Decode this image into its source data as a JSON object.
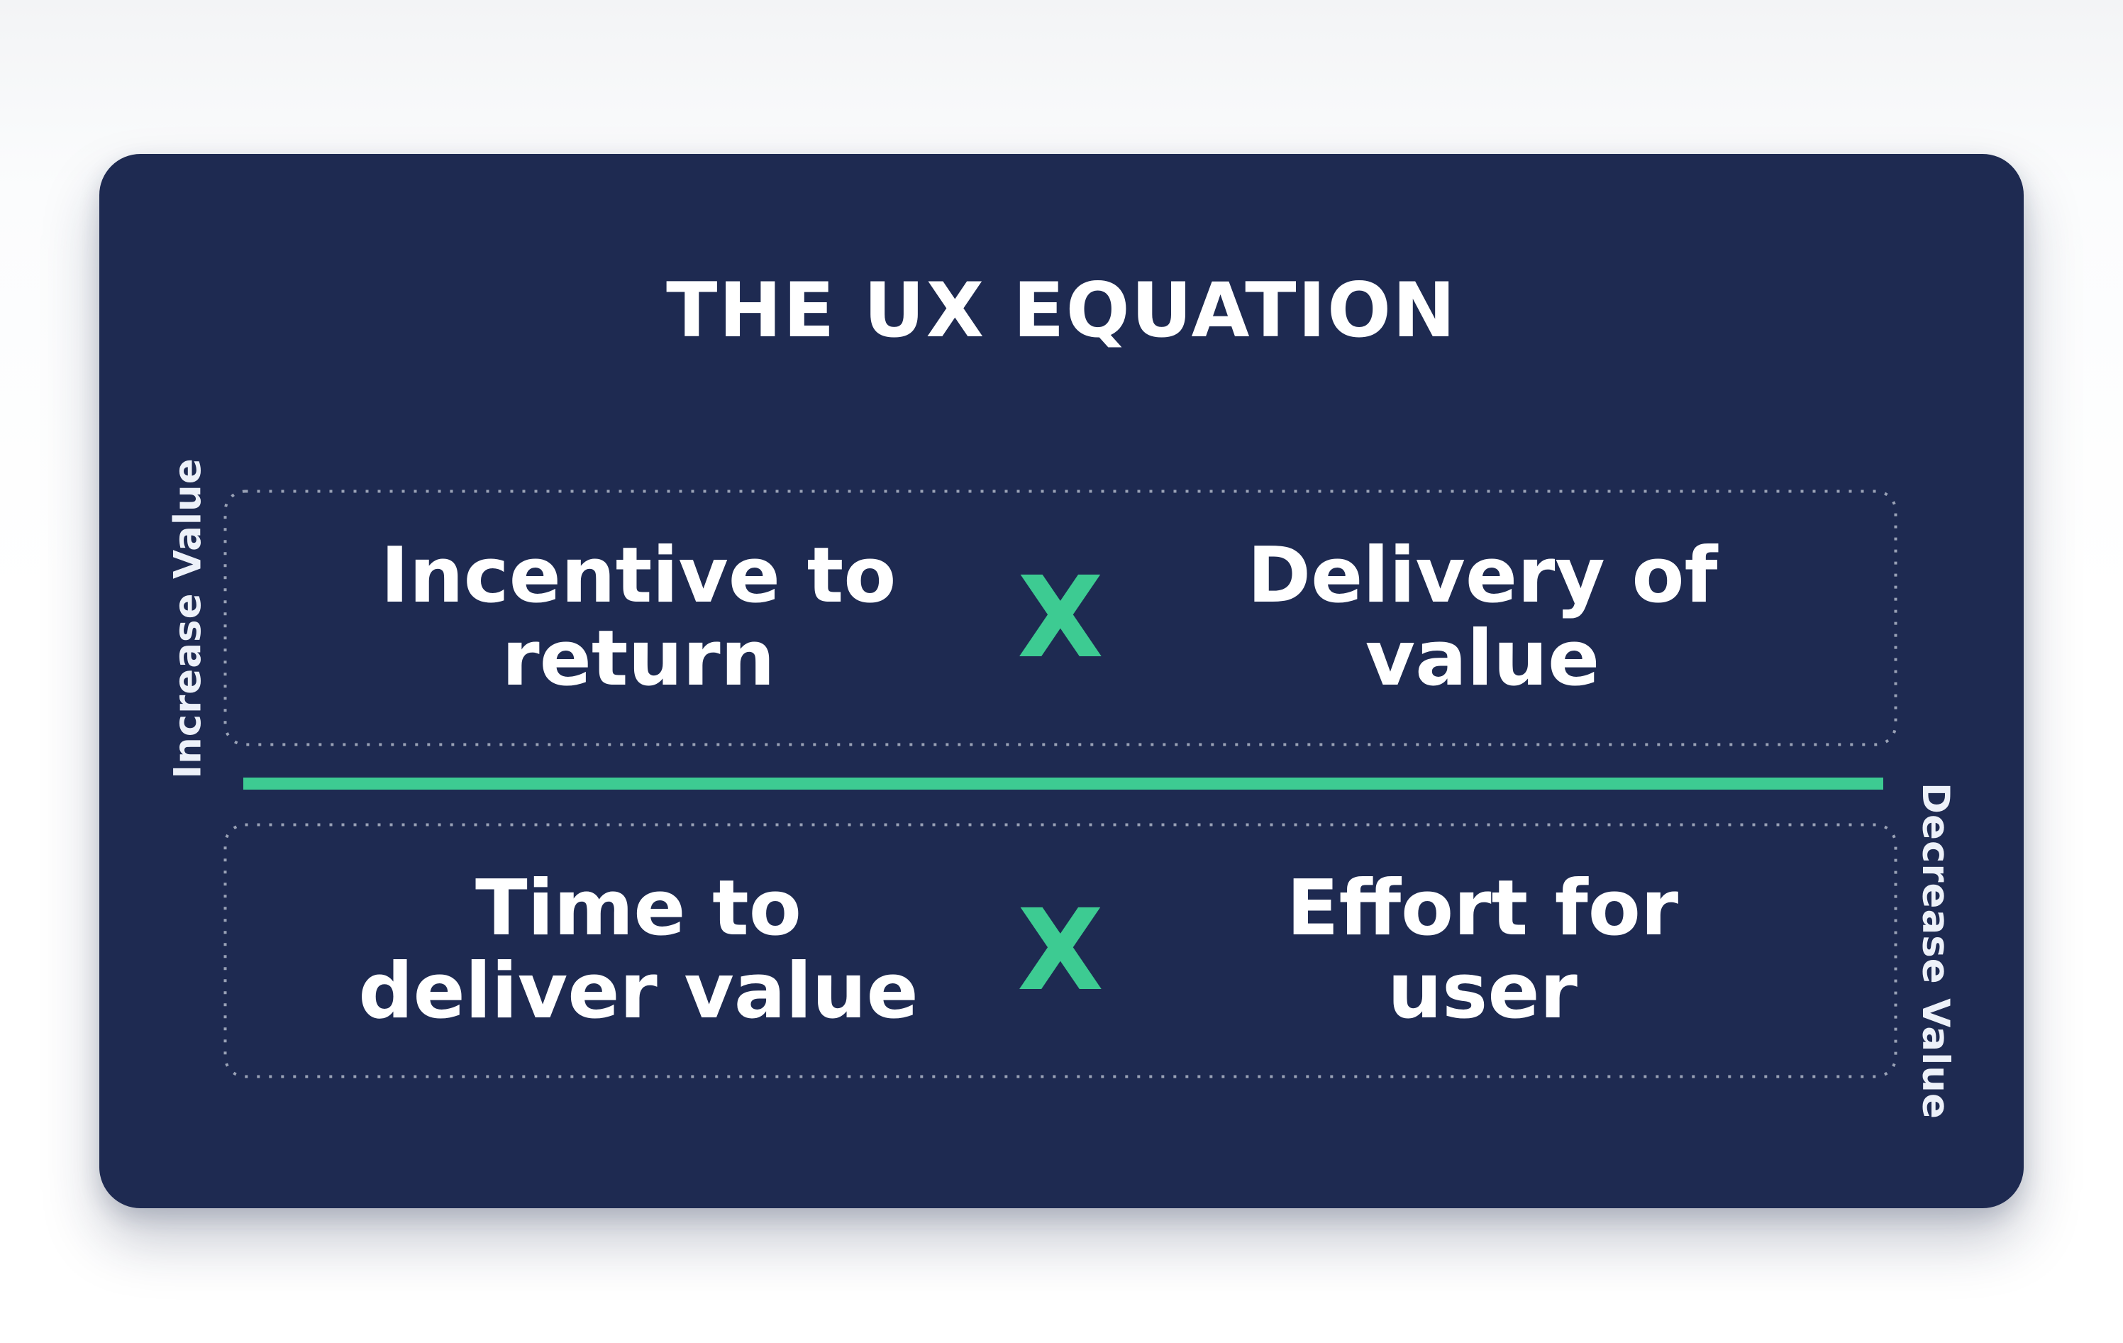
{
  "title": "THE UX EQUATION",
  "equation": {
    "numerator": {
      "left_lines": [
        "Incentive to",
        "return"
      ],
      "operator": "X",
      "right_lines": [
        "Delivery of",
        "value"
      ]
    },
    "denominator": {
      "left_lines": [
        "Time to",
        "deliver value"
      ],
      "operator": "X",
      "right_lines": [
        "Effort for",
        "user"
      ]
    }
  },
  "labels": {
    "left": "Increase Value",
    "right": "Decrease Value"
  },
  "colors": {
    "card_background": "#1E2A51",
    "accent_green": "#3DCB92",
    "text_white": "#FFFFFF",
    "dotted_border": "#9AA2B6",
    "page_background": "#FFFFFF"
  }
}
